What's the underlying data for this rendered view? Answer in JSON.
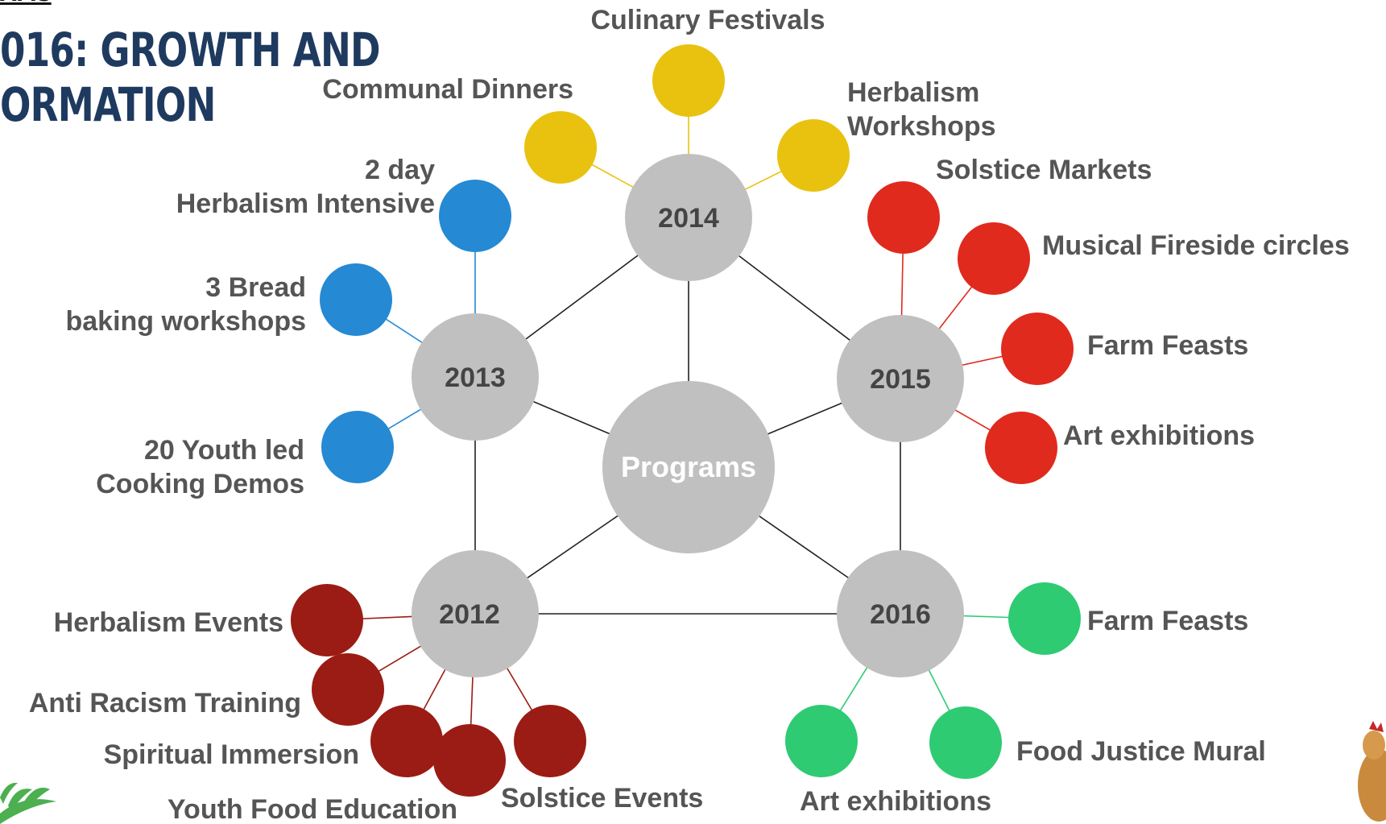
{
  "title": {
    "top": "AMS",
    "line1": "016: GROWTH AND",
    "line2": "ORMATION"
  },
  "colors": {
    "hub": "#c0c0c0",
    "center": "#c0c0c0",
    "y2012": "#9b1c14",
    "y2013": "#2589d3",
    "y2014": "#e9c210",
    "y2015": "#e02a1e",
    "y2016": "#2ecb72"
  },
  "center": "Programs",
  "years": {
    "y2012": {
      "label": "2012",
      "items": [
        "Herbalism Events",
        "Anti Racism Training",
        "Spiritual Immersion",
        "Youth Food Education",
        "Solstice Events"
      ]
    },
    "y2013": {
      "label": "2013",
      "items": [
        "2 day Herbalism Intensive",
        "3 Bread baking workshops",
        "20 Youth led Cooking Demos"
      ]
    },
    "y2014": {
      "label": "2014",
      "items": [
        "Culinary Festivals",
        "Communal Dinners",
        "Herbalism Workshops"
      ]
    },
    "y2015": {
      "label": "2015",
      "items": [
        "Solstice Markets",
        "Musical Fireside circles",
        "Farm Feasts",
        "Art exhibitions"
      ]
    },
    "y2016": {
      "label": "2016",
      "items": [
        "Farm Feasts",
        "Food Justice Mural",
        "Art exhibitions"
      ]
    }
  }
}
